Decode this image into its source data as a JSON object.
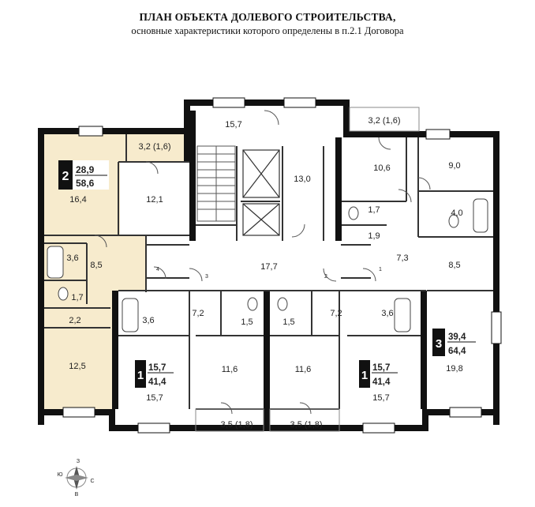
{
  "header": {
    "title": "ПЛАН ОБЪЕКТА ДОЛЕВОГО СТРОИТЕЛЬСТВА,",
    "subtitle": "основные характеристики которого определены в п.2.1 Договора"
  },
  "colors": {
    "highlight": "#f7ebcd",
    "wall": "#111111",
    "badge": "#111111"
  },
  "areas": {
    "a16_4": "16,4",
    "a12_1": "12,1",
    "a3_2_left": "3,2 (1,6)",
    "a3_6_left": "3,6",
    "a8_5_left": "8,5",
    "a1_7_left": "1,7",
    "a2_2": "2,2",
    "a12_5": "12,5",
    "a15_7_top": "15,7",
    "a13_0": "13,0",
    "a17_7": "17,7",
    "a3_2_right": "3,2 (1,6)",
    "a10_6": "10,6",
    "a9_0": "9,0",
    "a1_7_right": "1,7",
    "a1_9": "1,9",
    "a4_0": "4,0",
    "a7_3": "7,3",
    "a8_5_right": "8,5",
    "a3_6_ml": "3,6",
    "a7_2_left": "7,2",
    "a1_5_left": "1,5",
    "a1_5_right": "1,5",
    "a7_2_right": "7,2",
    "a3_6_mr": "3,6",
    "a11_6_left": "11,6",
    "a11_6_right": "11,6",
    "a15_7_ml": "15,7",
    "a15_7_mr": "15,7",
    "a19_8": "19,8",
    "a3_5_left": "3,5 (1,8)",
    "a3_5_right": "3,5 (1,8)"
  },
  "door_numbers": {
    "d1": "1",
    "d2": "2",
    "d3": "3",
    "d4": "4"
  },
  "apartments": {
    "apt2": {
      "rooms": "2",
      "living": "28,9",
      "total": "58,6"
    },
    "apt1_left": {
      "rooms": "1",
      "living": "15,7",
      "total": "41,4"
    },
    "apt1_right": {
      "rooms": "1",
      "living": "15,7",
      "total": "41,4"
    },
    "apt3": {
      "rooms": "3",
      "living": "39,4",
      "total": "64,4"
    }
  },
  "compass": {
    "n": "З",
    "w": "Ю",
    "e": "С",
    "s": "В"
  }
}
